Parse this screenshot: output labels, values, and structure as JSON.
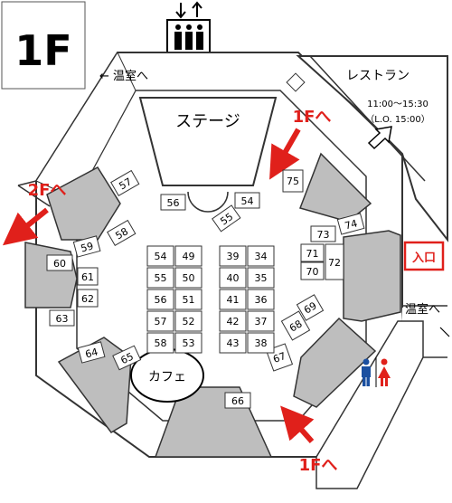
{
  "floor_label": "1F",
  "stage_label": "ステージ",
  "cafe_label": "カフェ",
  "restaurant": {
    "name": "レストラン",
    "hours": "11:00〜15:30",
    "last_order": "（L.O. 15:00）"
  },
  "entrance_label": "入口",
  "greenhouse_top": "← 温室へ",
  "greenhouse_right": "温室へ",
  "to_2f": "2Fへ",
  "to_1f_top": "1Fへ",
  "to_1f_bottom": "1Fへ",
  "icons": [
    "elevator-icon",
    "restroom-icon",
    "arrow-icon"
  ],
  "colors": {
    "wall_fill": "#bebebe",
    "arrow_red": "#e0201b",
    "restroom_man": "#1a4fa0",
    "restroom_woman": "#e0201b"
  },
  "booths": {
    "b54a": "54",
    "b56": "56",
    "b55": "55",
    "b57": "57",
    "b58": "58",
    "b59": "59",
    "b60": "60",
    "b61": "61",
    "b62": "62",
    "b63": "63",
    "b64": "64",
    "b65": "65",
    "b66": "66",
    "b67": "67",
    "b68": "68",
    "b69": "69",
    "b70": "70",
    "b71": "71",
    "b72": "72",
    "b73": "73",
    "b74": "74",
    "b75": "75",
    "grid_left": [
      "54",
      "49",
      "55",
      "50",
      "56",
      "51",
      "57",
      "52",
      "58",
      "53"
    ],
    "grid_right": [
      "39",
      "34",
      "40",
      "35",
      "41",
      "36",
      "42",
      "37",
      "43",
      "38"
    ]
  }
}
